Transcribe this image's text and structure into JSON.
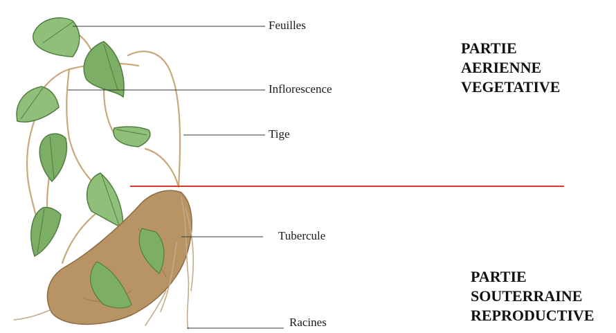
{
  "labels": {
    "feuilles": "Feuilles",
    "inflorescence": "Inflorescence",
    "tige": "Tige",
    "tubercule": "Tubercule",
    "racines": "Racines"
  },
  "partie_aerienne": {
    "line1": "PARTIE",
    "line2": "AERIENNE",
    "line3": "VEGETATIVE"
  },
  "partie_souterraine": {
    "line1": "PARTIE",
    "line2": "SOUTERRAINE",
    "line3": "REPRODUCTIVE"
  },
  "colors": {
    "separator": "#d63a2f",
    "leaf": "#8fbf78",
    "leaf_dark": "#4f7d3f",
    "tuber": "#b89465",
    "stem": "#c9a77a"
  }
}
